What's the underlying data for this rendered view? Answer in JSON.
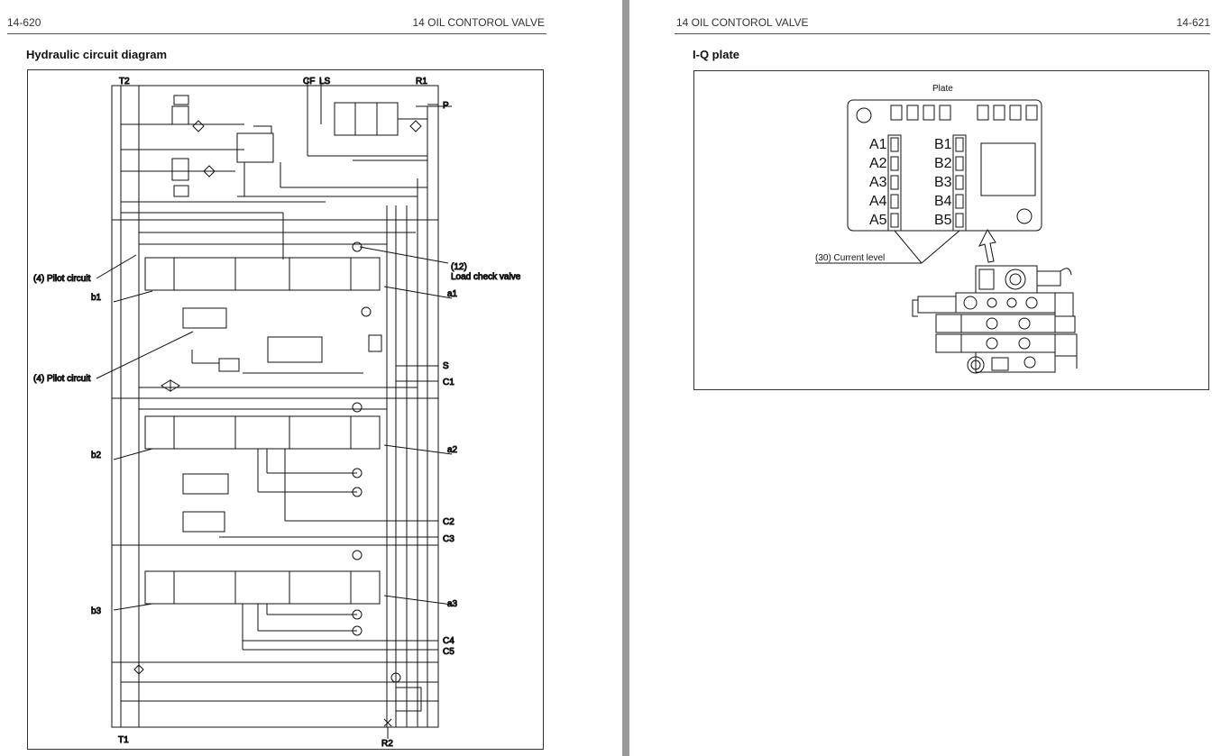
{
  "left_page": {
    "page_number": "14-620",
    "chapter_title": "14 OIL CONTOROL VALVE",
    "section_title": "Hydraulic circuit diagram",
    "labels": {
      "t2": "T2",
      "cf": "CF",
      "ls": "LS",
      "r1": "R1",
      "p": "P",
      "t1": "T1",
      "r2": "R2",
      "pilot1": "(4) Pilot circuit",
      "pilot2": "(4) Pilot circuit",
      "lcv_num": "(12)",
      "lcv_name": "Load check valve",
      "b1": "b1",
      "a1": "a1",
      "b2": "b2",
      "a2": "a2",
      "b3": "b3",
      "a3": "a3",
      "s": "S",
      "c1": "C1",
      "c2": "C2",
      "c3": "C3",
      "c4": "C4",
      "c5": "C5"
    }
  },
  "right_page": {
    "page_number": "14-621",
    "chapter_title": "14 OIL CONTOROL VALVE",
    "section_title": "I-Q plate",
    "plate_label": "Plate",
    "a_labels": [
      "A1",
      "A2",
      "A3",
      "A4",
      "A5"
    ],
    "b_labels": [
      "B1",
      "B2",
      "B3",
      "B4",
      "B5"
    ],
    "current_level_label": "(30) Current level"
  }
}
